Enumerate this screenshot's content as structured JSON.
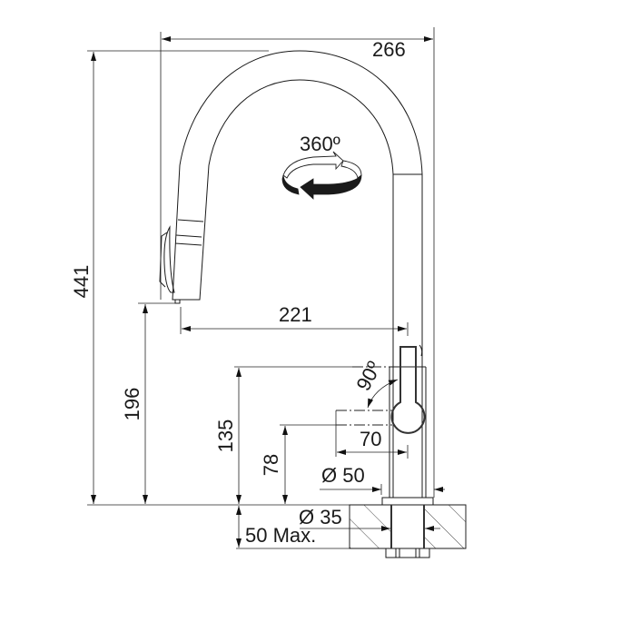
{
  "drawing": {
    "type": "technical-dimension-drawing",
    "subject": "pull-down kitchen faucet",
    "units": "mm",
    "line_color": "#1a1a1a",
    "background": "#ffffff"
  },
  "dimensions": {
    "spout_reach_total": "266",
    "total_height": "441",
    "spout_reach_outlet": "221",
    "outlet_height": "196",
    "lever_top_height": "135",
    "lever_pivot_height": "78",
    "lever_reach": "70",
    "lever_rotation": "90º",
    "spout_rotation": "360º",
    "body_diameter": "Ø 50",
    "hole_diameter": "Ø 35",
    "max_deck_thickness": "50 Max."
  },
  "icons": {
    "rotation": "rotation-arrow-icon"
  }
}
